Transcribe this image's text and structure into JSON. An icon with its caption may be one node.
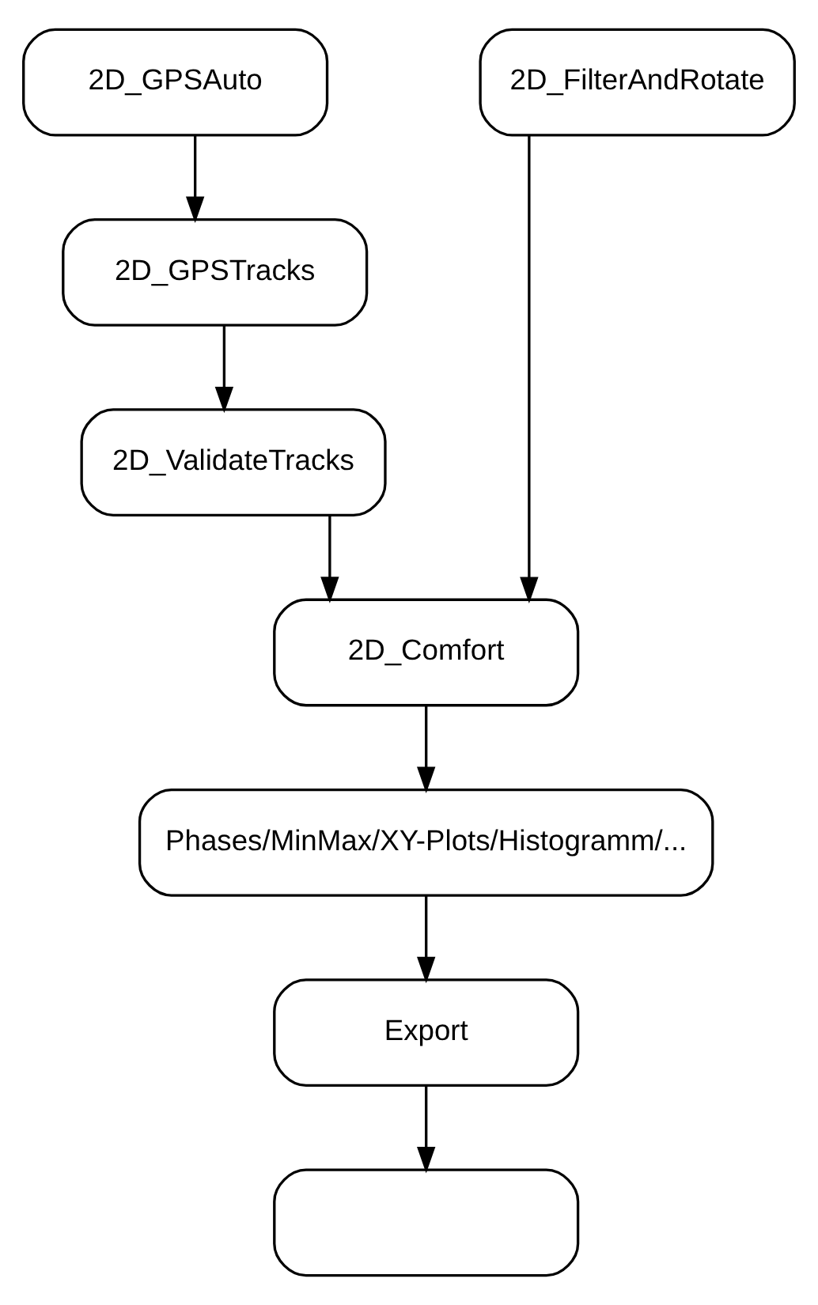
{
  "diagram": {
    "nodes": [
      {
        "text": [
          "2D_GPSAuto"
        ]
      },
      {
        "text": [
          "2D_GPSTracks"
        ]
      },
      {
        "text": [
          "2D_ValidateTracks"
        ]
      },
      {
        "text": [
          "2D_FilterAndRotate"
        ]
      },
      {
        "text": [
          "2D_Comfort"
        ]
      },
      {
        "text": [
          "Phases/MinMax/XY-Plots/Histogramm/..."
        ]
      },
      {
        "text": [
          "Export"
        ]
      },
      {
        "text": [],
        "shape": "box"
      }
    ],
    "edges": [
      {
        "from": 0,
        "to": 1,
        "arrow": "to"
      },
      {
        "from": 1,
        "to": 2,
        "arrow": "to"
      },
      {
        "from": 2,
        "to": 4,
        "arrow": "to"
      },
      {
        "from": 3,
        "to": 4,
        "arrow": "to"
      },
      {
        "from": 4,
        "to": 5,
        "arrow": "to"
      },
      {
        "from": 5,
        "to": 6,
        "arrow": "to"
      },
      {
        "from": 6,
        "to": 7,
        "arrow": "to"
      }
    ]
  }
}
